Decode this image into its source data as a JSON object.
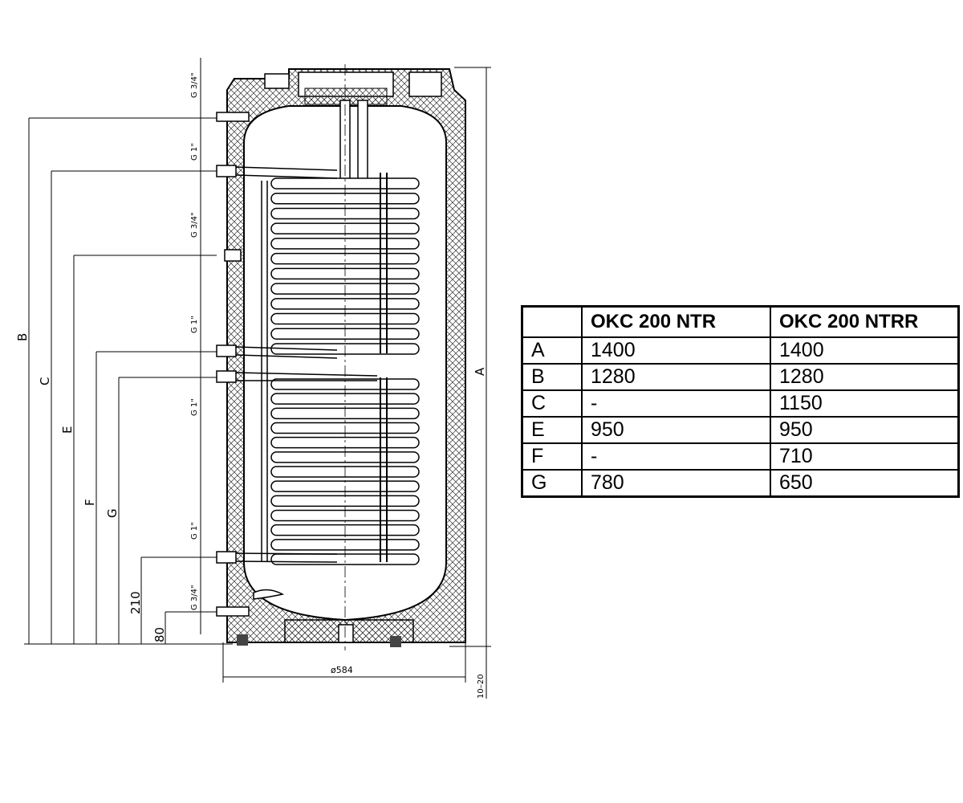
{
  "drawing": {
    "dimensions": {
      "A": "A",
      "B": "B",
      "C": "C",
      "E": "E",
      "F": "F",
      "G": "G",
      "d210": "210",
      "d80": "80",
      "diameter": "ø584",
      "feet": "10–20"
    },
    "connections": {
      "c1": "G 3/4\"",
      "c2": "G 1\"",
      "c3": "G 3/4\"",
      "c4": "G 1\"",
      "c5": "G 1\"",
      "c6": "G 1\"",
      "c7": "G 3/4\""
    }
  },
  "table": {
    "headers": [
      "",
      "OKC 200 NTR",
      "OKC 200 NTRR"
    ],
    "rows": [
      [
        "A",
        "1400",
        "1400"
      ],
      [
        "B",
        "1280",
        "1280"
      ],
      [
        "C",
        "-",
        "1150"
      ],
      [
        "E",
        "950",
        "950"
      ],
      [
        "F",
        "-",
        "710"
      ],
      [
        "G",
        "780",
        "650"
      ]
    ]
  }
}
